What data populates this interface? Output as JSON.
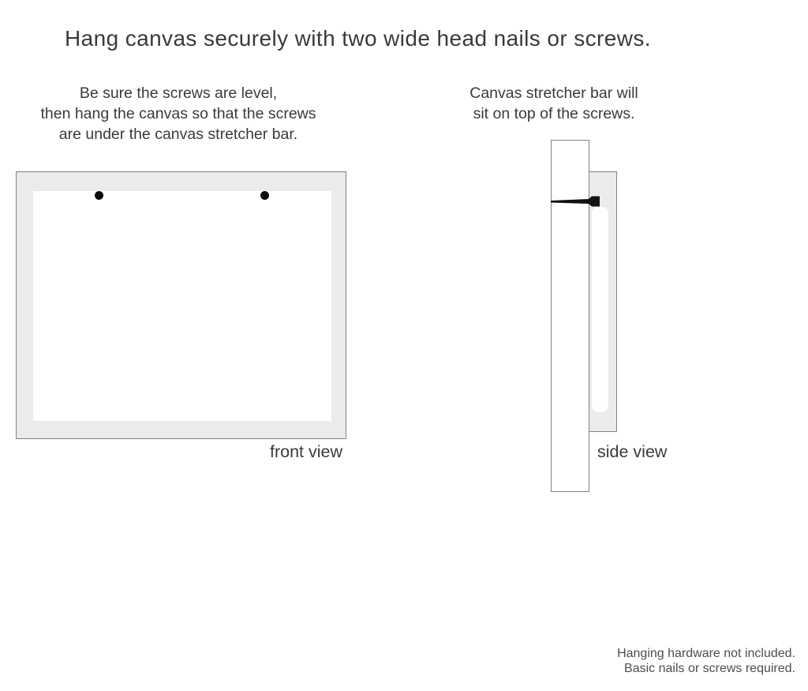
{
  "title": "Hang canvas securely with two wide head nails or screws.",
  "instructions": {
    "screws_level": "Be sure the screws are level,\nthen hang the canvas so that the screws\nare under the canvas stretcher bar.",
    "stretcher_bar": "Canvas stretcher bar will\nsit on top of the screws."
  },
  "diagrams": {
    "front": {
      "label": "front view",
      "screw_count": 2
    },
    "side": {
      "label": "side view"
    }
  },
  "footer": {
    "note": "Hanging hardware not included.\nBasic nails or screws required."
  },
  "colors": {
    "canvas_edge_fill": "#ebebeb",
    "canvas_border": "#828282",
    "text_primary": "#3a3a3a",
    "text_secondary": "#4d4d4d",
    "nail_color": "#121212",
    "screw_color": "#0c0c0c"
  }
}
